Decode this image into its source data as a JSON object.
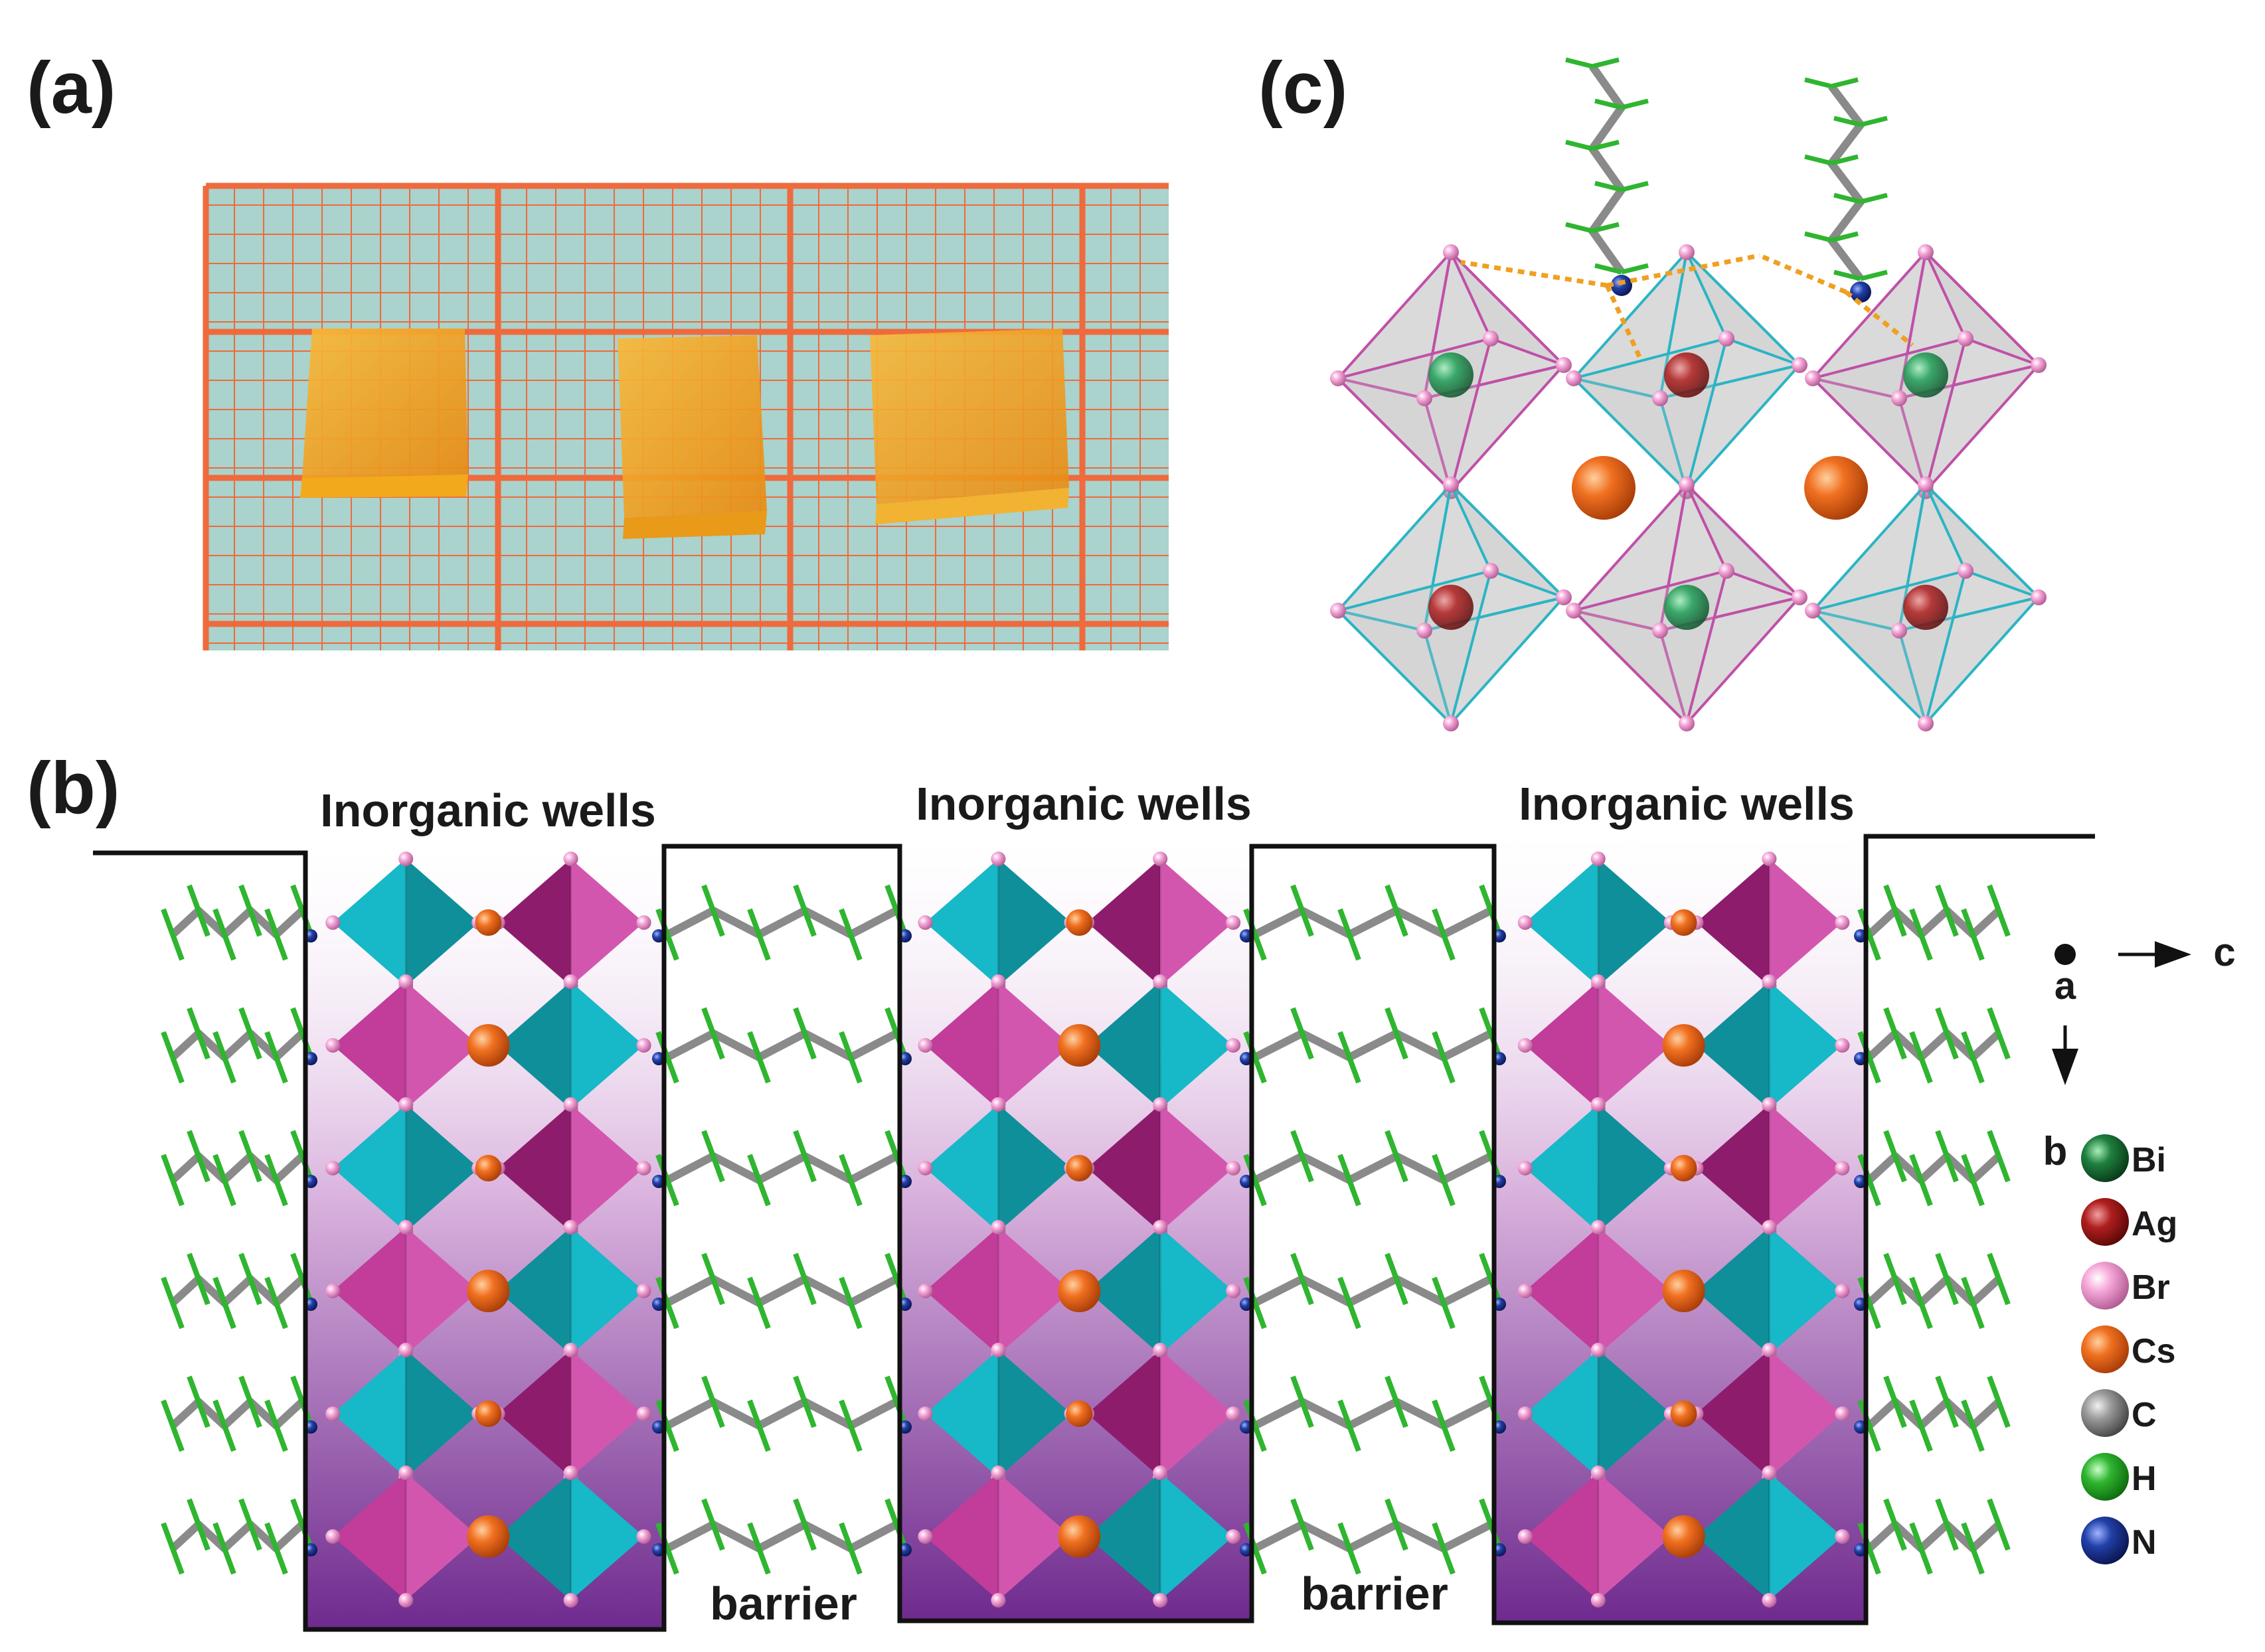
{
  "panels": {
    "a": {
      "label": "(a)"
    },
    "b": {
      "label": "(b)",
      "wells": [
        "Inorganic wells",
        "Inorganic wells",
        "Inorganic wells"
      ],
      "barriers": [
        "barrier",
        "barrier"
      ],
      "axes": {
        "out_of_plane": "a",
        "horizontal": "c",
        "vertical": "b"
      },
      "legend": [
        {
          "symbol": "Bi",
          "color": "#1f7f3e"
        },
        {
          "symbol": "Ag",
          "color": "#a01818"
        },
        {
          "symbol": "Br",
          "color": "#f29ad2"
        },
        {
          "symbol": "Cs",
          "color": "#f07020"
        },
        {
          "symbol": "C",
          "color": "#8a8a8a"
        },
        {
          "symbol": "H",
          "color": "#2fb52f"
        },
        {
          "symbol": "N",
          "color": "#1b2f8f"
        }
      ]
    },
    "c": {
      "label": "(c)"
    }
  },
  "colors": {
    "octa_magenta": "#c23c9a",
    "octa_magenta_dark": "#8e1c6c",
    "octa_cyan": "#17b8c8",
    "octa_cyan_dark": "#0f8f9a",
    "well_fill": "#8a3aa0",
    "grid_line": "#ef6a3c",
    "grid_bg": "#a9d3cc",
    "crystal": "#f5a21a"
  }
}
